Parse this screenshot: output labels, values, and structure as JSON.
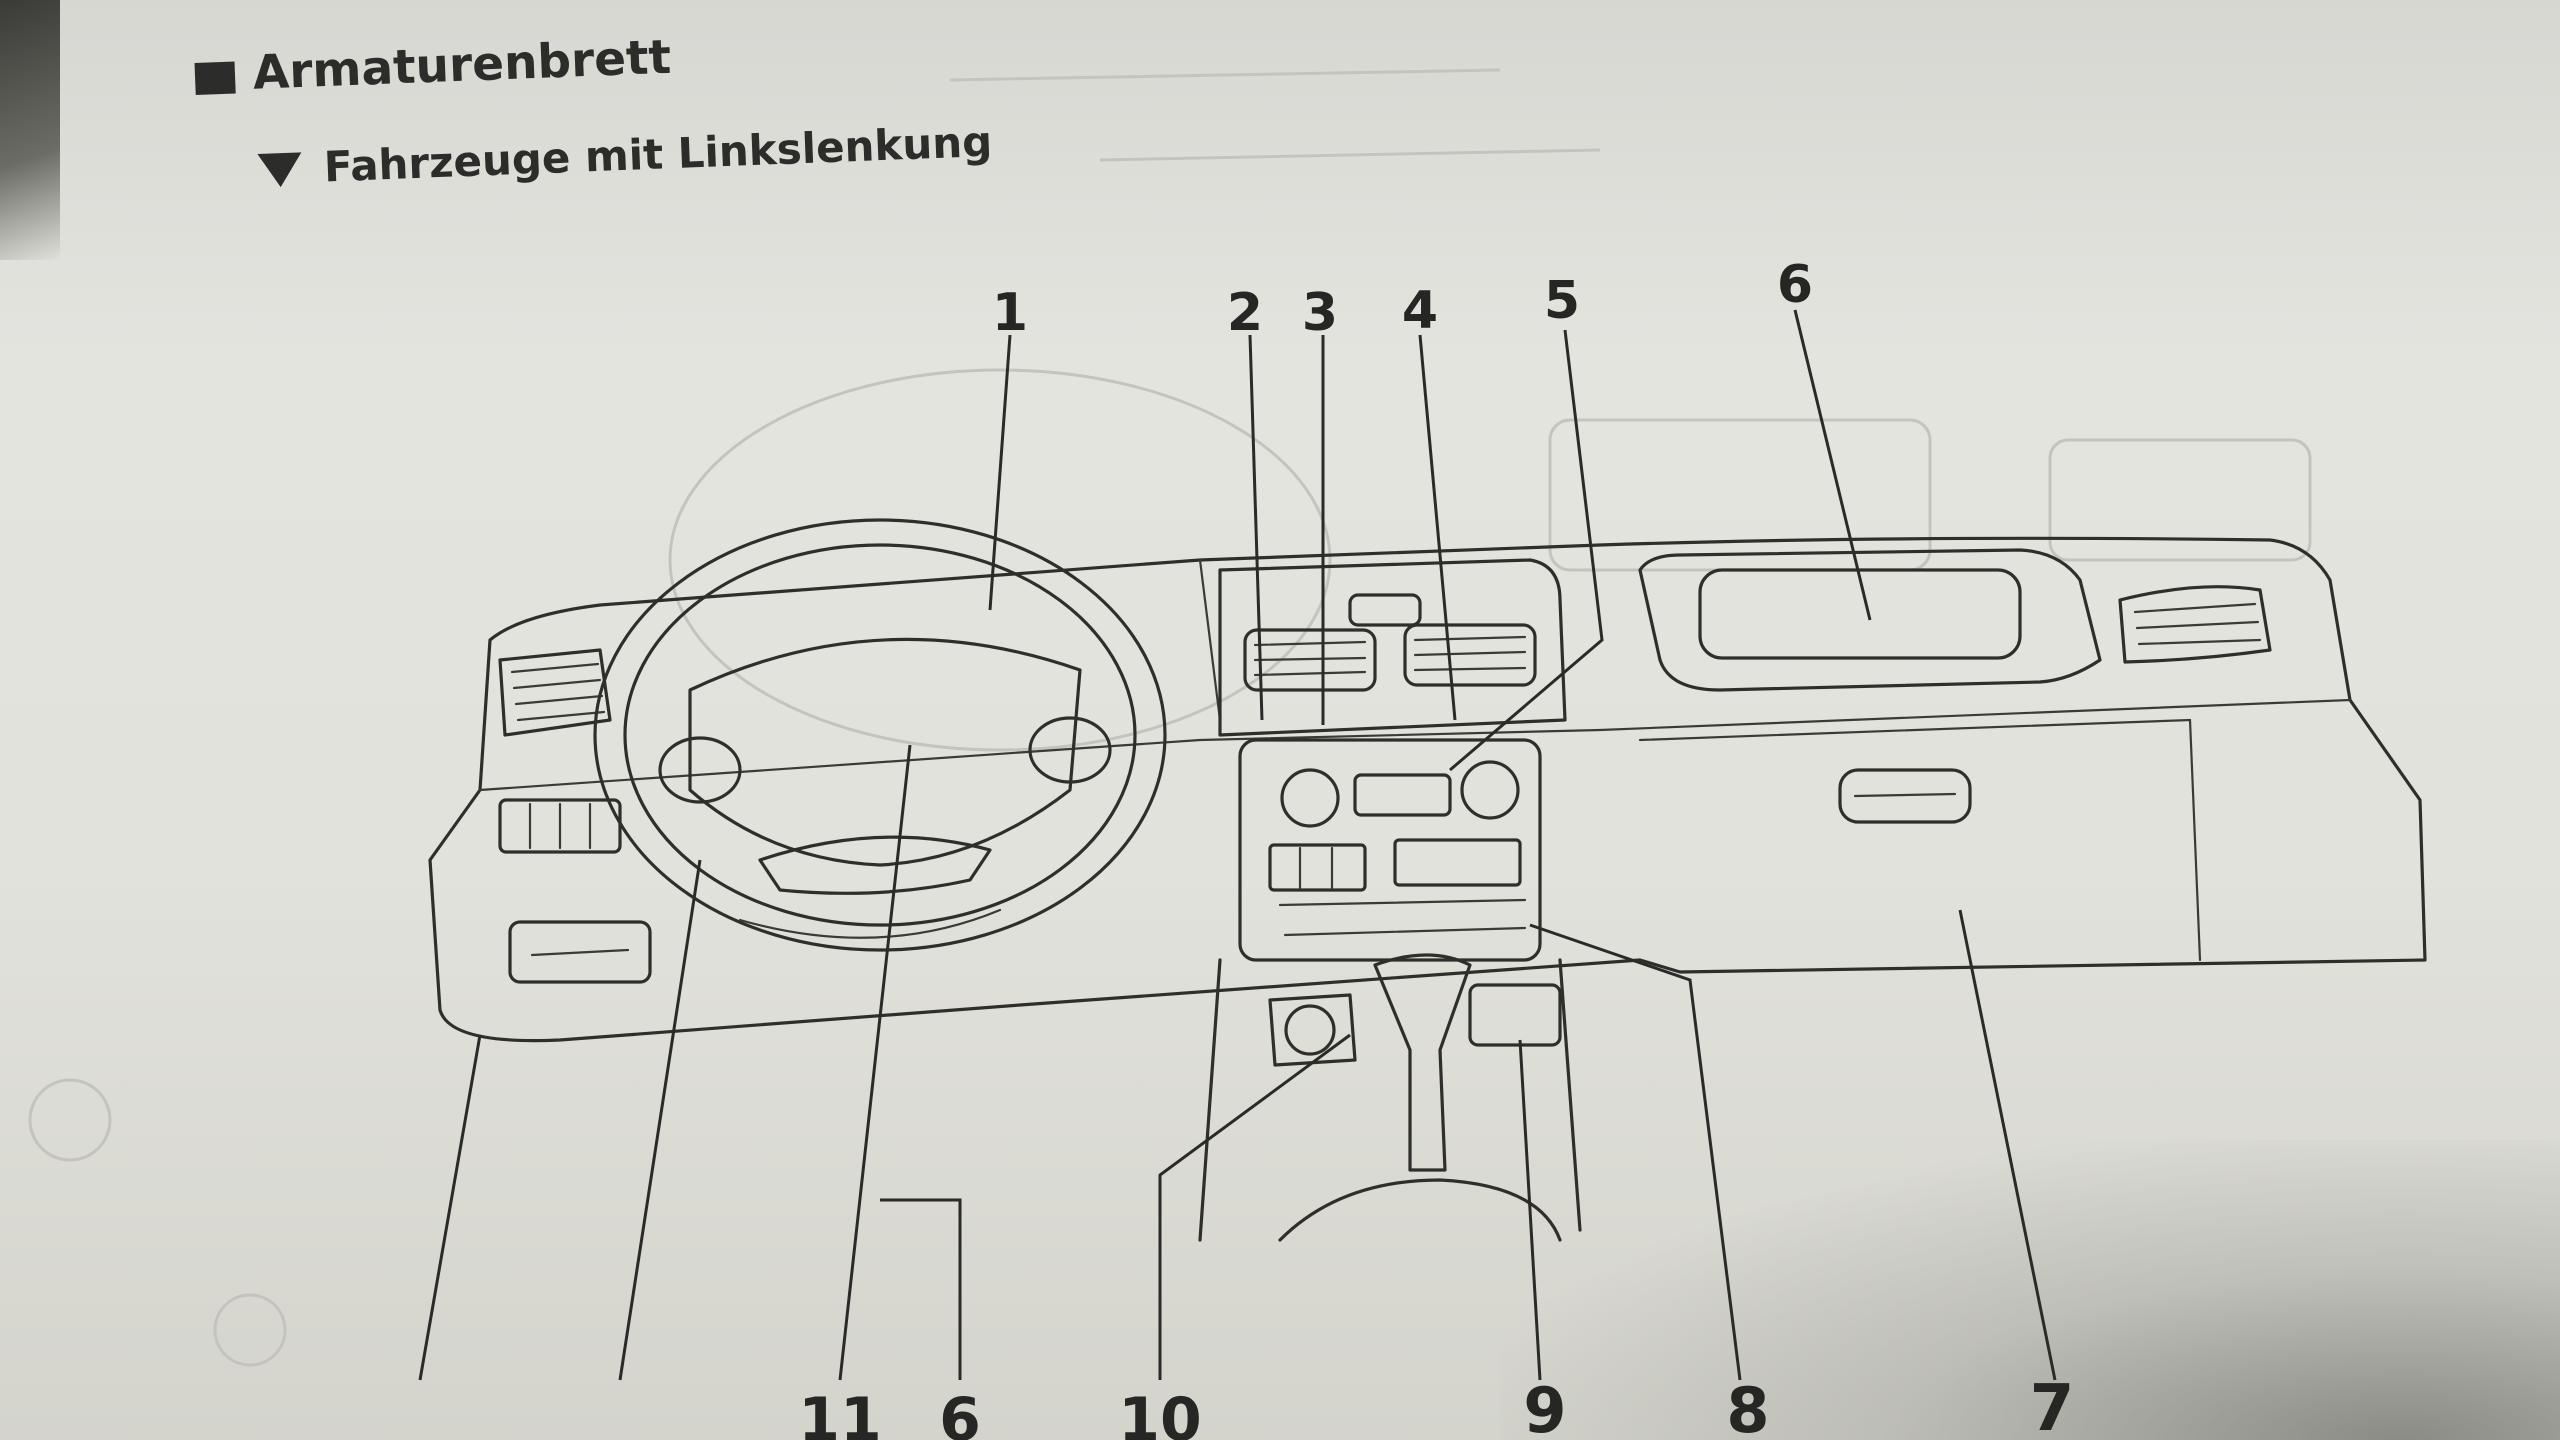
{
  "heading": {
    "title": "Armaturenbrett",
    "subtitle": "Fahrzeuge mit Linkslenkung"
  },
  "callouts": {
    "c1": "1",
    "c2": "2",
    "c3": "3",
    "c4": "4",
    "c5": "5",
    "c6": "6",
    "c7": "7",
    "c8": "8",
    "c9": "9",
    "c10": "10",
    "c11": "11",
    "c6b": "6"
  }
}
